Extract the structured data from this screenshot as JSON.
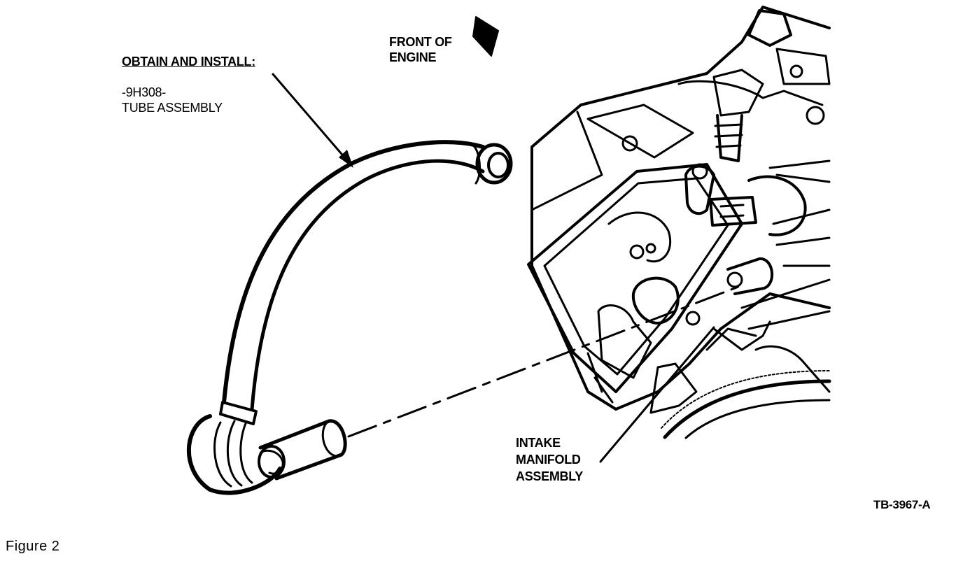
{
  "callouts": {
    "front_of_engine": [
      "FRONT OF",
      "ENGINE"
    ],
    "obtain_heading": "OBTAIN AND INSTALL:",
    "part_number": "-9H308-",
    "part_name": "TUBE ASSEMBLY",
    "intake_manifold": [
      "INTAKE",
      "MANIFOLD",
      "ASSEMBLY"
    ]
  },
  "figure_code": "TB-3967-A",
  "caption": "Figure 2"
}
